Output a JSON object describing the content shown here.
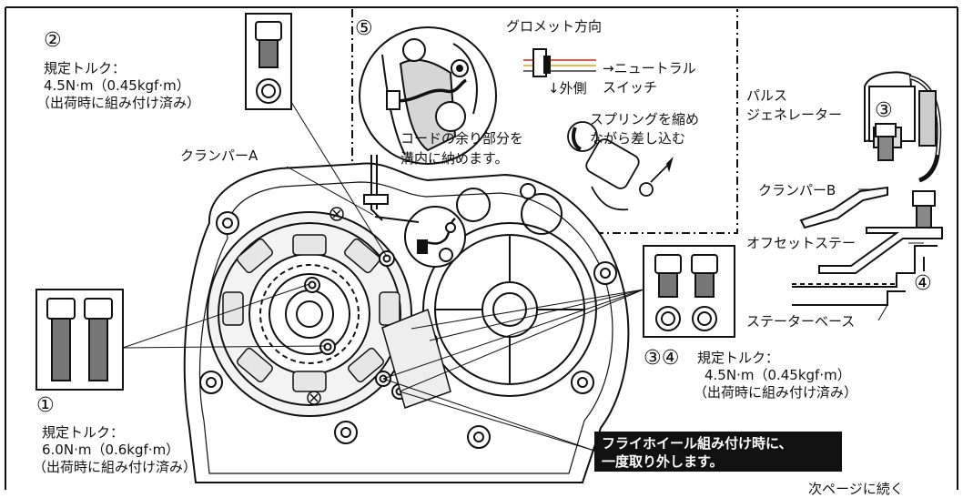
{
  "callouts": {
    "c2": {
      "marker": "②",
      "torque_label": "規定トルク：",
      "torque_value": "4.5N·m（0.45kgf·m）",
      "note": "（出荷時に組み付け済み）"
    },
    "c1": {
      "marker": "①",
      "torque_label": "規定トルク：",
      "torque_value": "6.0N·m（0.6kgf·m）",
      "note": "（出荷時に組み付け済み）"
    },
    "c34": {
      "marker": "③④",
      "torque_label": "規定トルク：",
      "torque_value": "4.5N·m（0.45kgf·m）",
      "note": "（出荷時に組み付け済み）"
    },
    "c5": {
      "marker": "⑤"
    }
  },
  "inset": {
    "grommet_direction": "グロメット方向",
    "neutral_switch_line1": "→ニュートラル",
    "neutral_switch_line2": "スイッチ",
    "outside": "↓外側",
    "spring_line1": "スプリングを縮め",
    "spring_line2": "ながら差し込む",
    "cord_line1": "コードの余り部分を",
    "cord_line2": "溝内に納めます。"
  },
  "labels": {
    "clamper_a": "クランパーA",
    "pulse_line1": "パルス",
    "pulse_line2": "ジェネレーター",
    "marker3": "③",
    "clamper_b": "クランパーB",
    "offset_stay": "オフセットステー",
    "marker4": "④",
    "stator_base": "ステーターベース"
  },
  "banner": {
    "line1": "フライホイール組み付け時に、",
    "line2": "一度取り外します。"
  },
  "footer": {
    "next_page": "次ページに続く"
  }
}
